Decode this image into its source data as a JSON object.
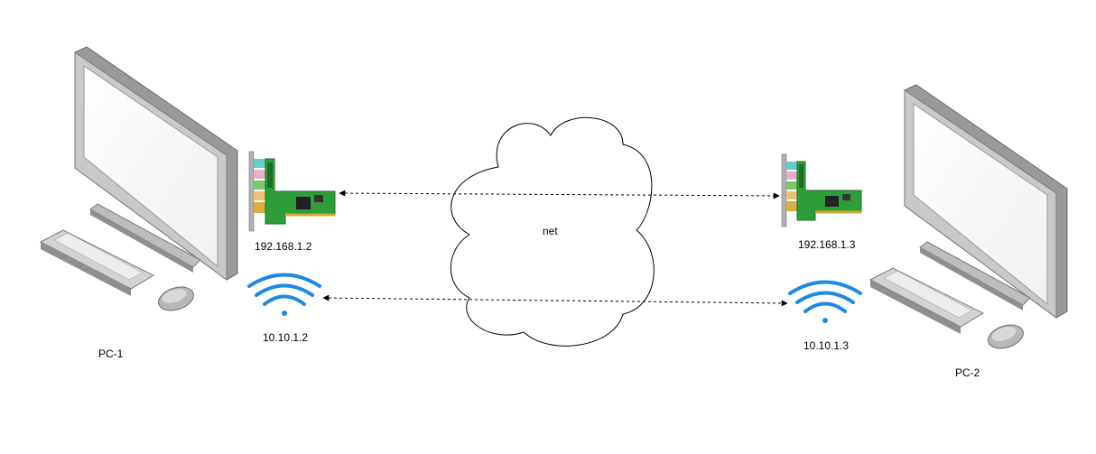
{
  "cloud": {
    "label": "net"
  },
  "pc1": {
    "label": "PC-1",
    "nic_ip": "192.168.1.2",
    "wifi_ip": "10.10.1.2"
  },
  "pc2": {
    "label": "PC-2",
    "nic_ip": "192.168.1.3",
    "wifi_ip": "10.10.1.3"
  },
  "colors": {
    "wifi": "#1e88e5",
    "pcb": "#2e9e3a",
    "monitor": "#8c8c8c",
    "line": "#000000"
  }
}
